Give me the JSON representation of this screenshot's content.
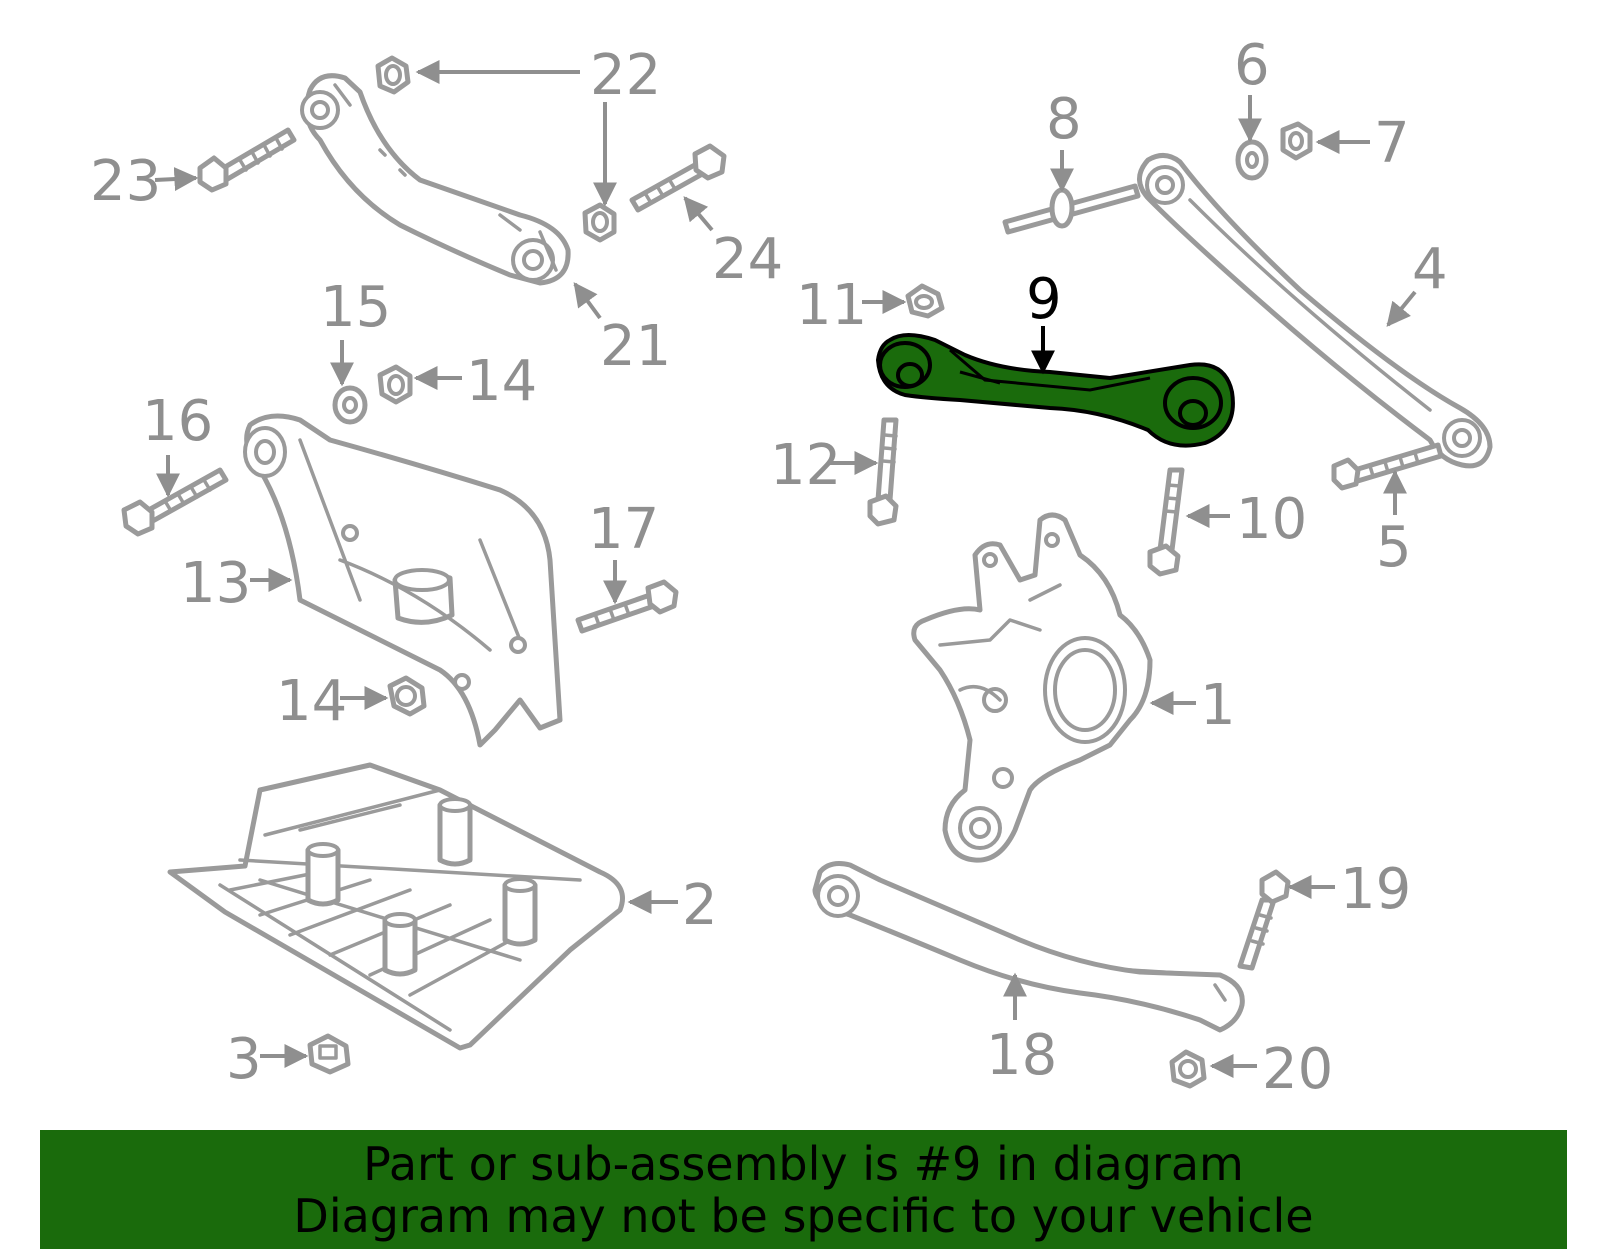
{
  "diagram": {
    "highlighted_part": "9",
    "highlight_color": "#1a6b0c",
    "labels": {
      "p1": "1",
      "p2": "2",
      "p3": "3",
      "p4": "4",
      "p5": "5",
      "p6": "6",
      "p7": "7",
      "p8": "8",
      "p9": "9",
      "p10": "10",
      "p11": "11",
      "p12": "12",
      "p13": "13",
      "p14a": "14",
      "p14b": "14",
      "p15": "15",
      "p16": "16",
      "p17": "17",
      "p18": "18",
      "p19": "19",
      "p20": "20",
      "p21": "21",
      "p22": "22",
      "p23": "23",
      "p24": "24"
    }
  },
  "banner": {
    "line1": "Part or sub-assembly is #9 in diagram",
    "line2": "Diagram may not be specific to your vehicle",
    "background": "#1a6b0c"
  }
}
